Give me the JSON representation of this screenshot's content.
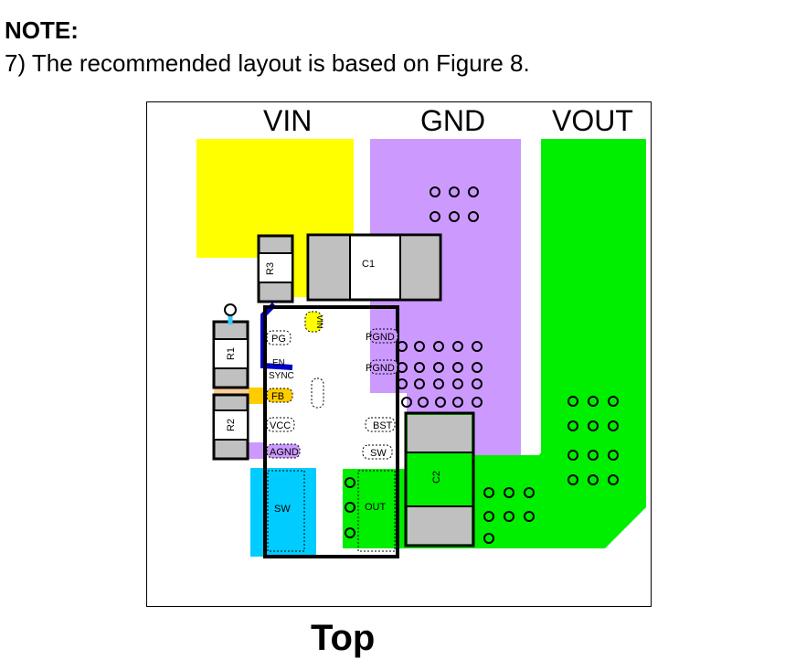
{
  "note": {
    "title": "NOTE:",
    "text": "7)  The recommended layout is based on Figure 8."
  },
  "diagram": {
    "net_labels": {
      "vin": "VIN",
      "gnd": "GND",
      "vout": "VOUT"
    },
    "components": {
      "r3": "R3",
      "c1": "C1",
      "r1": "R1",
      "r2": "R2",
      "c2": "C2"
    },
    "pins": {
      "pg": "PG",
      "en": "EN",
      "sync": "SYNC",
      "fb": "FB",
      "vcc": "VCC",
      "agnd": "AGND",
      "pgnd1": "PGND",
      "pgnd2": "PGND",
      "bst": "BST",
      "sw_pin": "SW",
      "out": "OUT",
      "vin_pin": "VIN",
      "sw_pad": "SW"
    },
    "bottom_cut_text": "Top"
  },
  "colors": {
    "vin": "#ffff00",
    "gnd": "#cc99ff",
    "vout": "#00ee00",
    "sw": "#00ccff",
    "fb": "#ffcc00",
    "agnd": "#cc99ff",
    "trace": "#0000cc",
    "pad": "#c0c0c0"
  }
}
